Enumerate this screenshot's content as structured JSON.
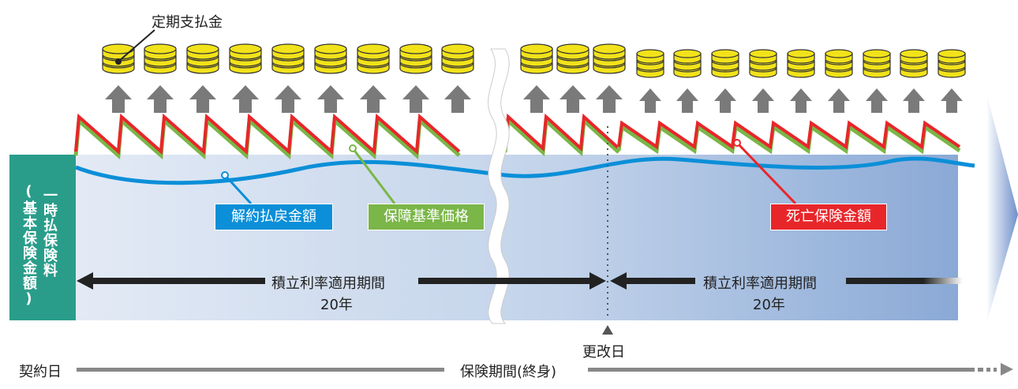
{
  "labels": {
    "periodic_payment": "定期支払金",
    "surrender_value": "解約払戻金額",
    "guarantee_base_price": "保障基準価格",
    "death_benefit": "死亡保険金額",
    "premium_col1": "一時払保険料",
    "premium_col2": "(基本保険金額)",
    "period1_title": "積立利率適用期間",
    "period1_years": "20年",
    "period2_title": "積立利率適用期間",
    "period2_years": "20年",
    "renewal_day": "更改日",
    "contract_day": "契約日",
    "insurance_period": "保険期間(終身)"
  },
  "colors": {
    "teal": "#2a9d8a",
    "blue_line": "#0b8fd8",
    "green_line": "#7ab648",
    "red_line": "#e8262a",
    "coin": "#f2e21a",
    "arrow_gray": "#7a7a7a",
    "band_light": "#dfe7f3",
    "band_dark": "#8aa9d6"
  }
}
